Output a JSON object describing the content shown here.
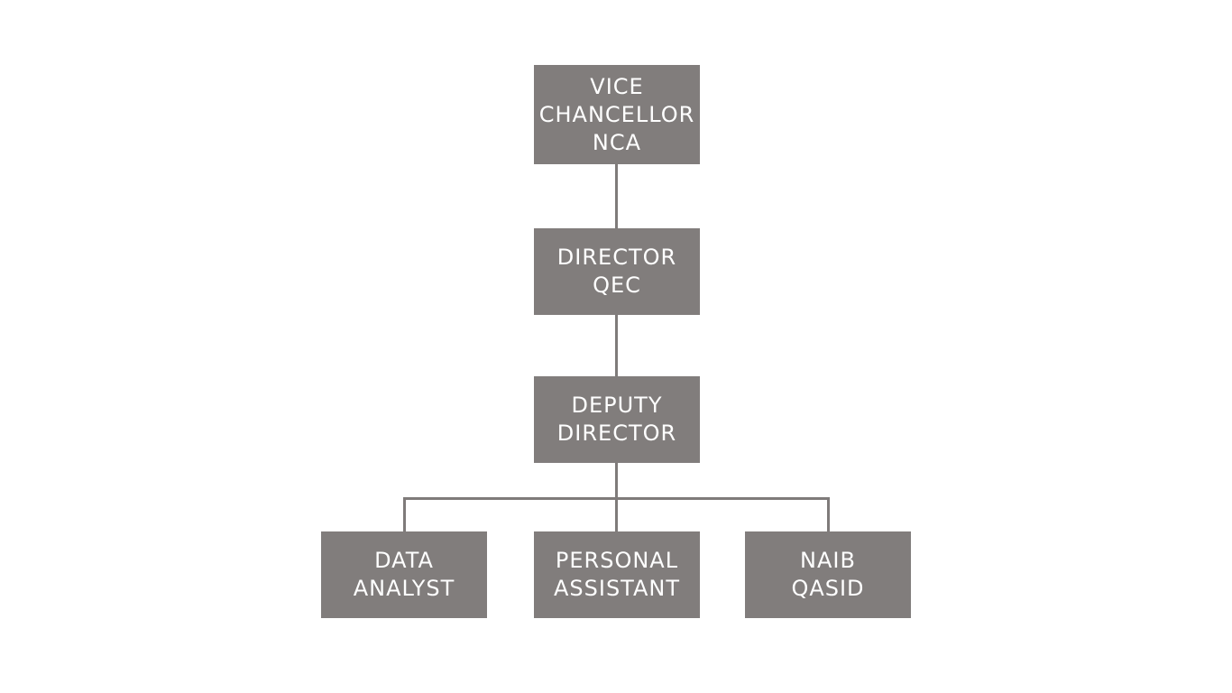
{
  "org_chart": {
    "box_color": "#817d7c",
    "line_color": "#7f7b7a",
    "text_color": "#ffffff",
    "vice_chancellor": {
      "line1": "VICE",
      "line2": "CHANCELLOR",
      "line3": "NCA"
    },
    "director": {
      "line1": "DIRECTOR",
      "line2": "QEC"
    },
    "deputy_director": {
      "line1": "DEPUTY",
      "line2": "DIRECTOR"
    },
    "data_analyst": {
      "line1": "DATA",
      "line2": "ANALYST"
    },
    "personal_assistant": {
      "line1": "PERSONAL",
      "line2": "ASSISTANT"
    },
    "naib_qasid": {
      "line1": "NAIB",
      "line2": "QASID"
    }
  }
}
